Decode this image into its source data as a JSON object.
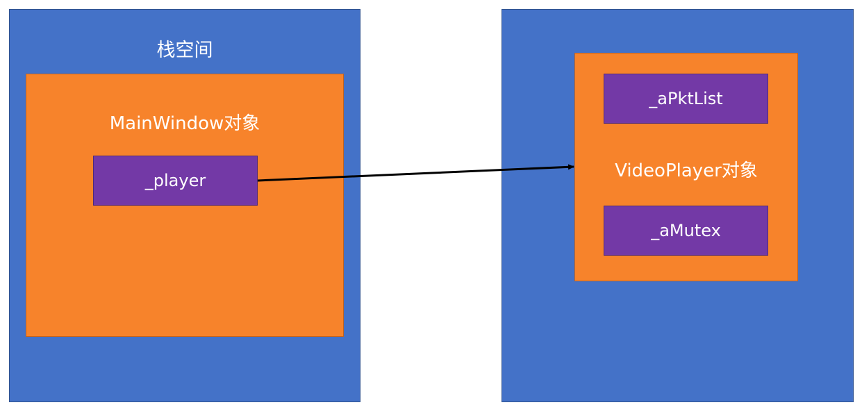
{
  "stack": {
    "label": "栈空间"
  },
  "main_window": {
    "label": "MainWindow对象",
    "field": "_player"
  },
  "video_player": {
    "label": "VideoPlayer对象",
    "fields": [
      "_aPktList",
      "_aMutex"
    ]
  },
  "colors": {
    "panel": "#4472c8",
    "object": "#f7832b",
    "member": "#7339a6",
    "arrow": "#000000"
  }
}
